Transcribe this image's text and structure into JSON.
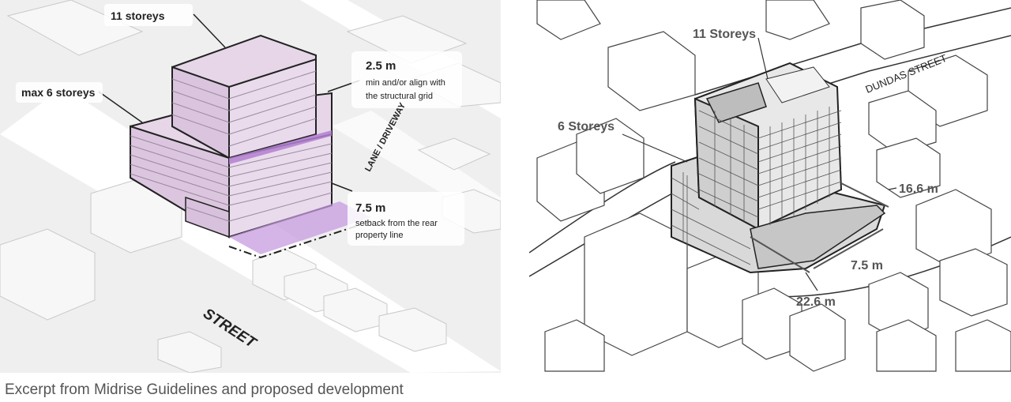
{
  "left_diagram": {
    "label_11_storeys": "11 storeys",
    "label_max_6": "max 6 storeys",
    "label_2_5": "2.5 m",
    "label_2_5_desc_1": "min and/or align with",
    "label_2_5_desc_2": "the structural grid",
    "label_lane": "LANE / DRIVEWAY",
    "label_7_5": "7.5 m",
    "label_7_5_desc_1": "setback from the rear",
    "label_7_5_desc_2": "property line",
    "label_street": "STREET",
    "colors": {
      "massing": "#e6d6e8",
      "highlight": "#b37fd1",
      "road": "#ffffff",
      "ground": "#efefef"
    }
  },
  "right_diagram": {
    "label_11_storeys": "11 Storeys",
    "label_6_storeys": "6 Storeys",
    "label_dundas": "DUNDAS STREET",
    "label_16_6": "16.6 m",
    "label_7_5": "7.5 m",
    "label_22_6": "22.6 m"
  },
  "caption": "Excerpt from Midrise Guidelines and proposed development"
}
